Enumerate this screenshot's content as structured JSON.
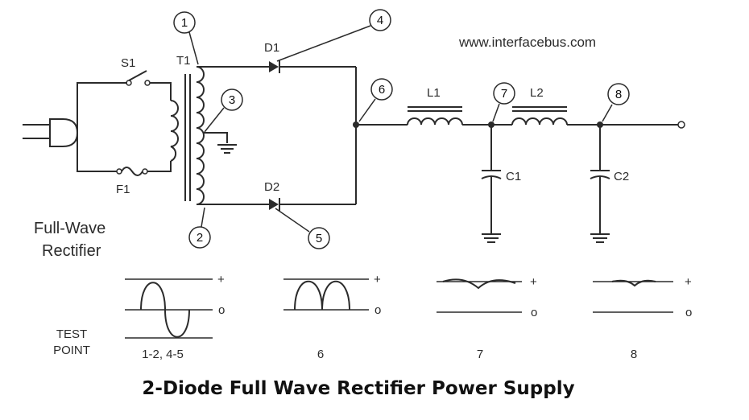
{
  "website": "www.interfacebus.com",
  "title": "2-Diode Full Wave Rectifier Power Supply",
  "caption_line1": "Full-Wave",
  "caption_line2": "Rectifier",
  "components": {
    "switch": "S1",
    "transformer": "T1",
    "fuse": "F1",
    "diode1": "D1",
    "diode2": "D2",
    "inductor1": "L1",
    "inductor2": "L2",
    "capacitor1": "C1",
    "capacitor2": "C2"
  },
  "test_point_markers": [
    "1",
    "2",
    "3",
    "4",
    "5",
    "6",
    "7",
    "8"
  ],
  "test_point_header_line1": "TEST",
  "test_point_header_line2": "POINT",
  "waveforms": [
    {
      "label": "1-2, 4-5",
      "shape": "sine",
      "plus": "+",
      "zero": "o"
    },
    {
      "label": "6",
      "shape": "full-wave rectified",
      "plus": "+",
      "zero": "o"
    },
    {
      "label": "7",
      "shape": "filtered ripple",
      "plus": "+",
      "zero": "o"
    },
    {
      "label": "8",
      "shape": "small ripple",
      "plus": "+",
      "zero": "o"
    }
  ],
  "colors": {
    "ink": "#2b2b2b",
    "background": "#ffffff"
  }
}
